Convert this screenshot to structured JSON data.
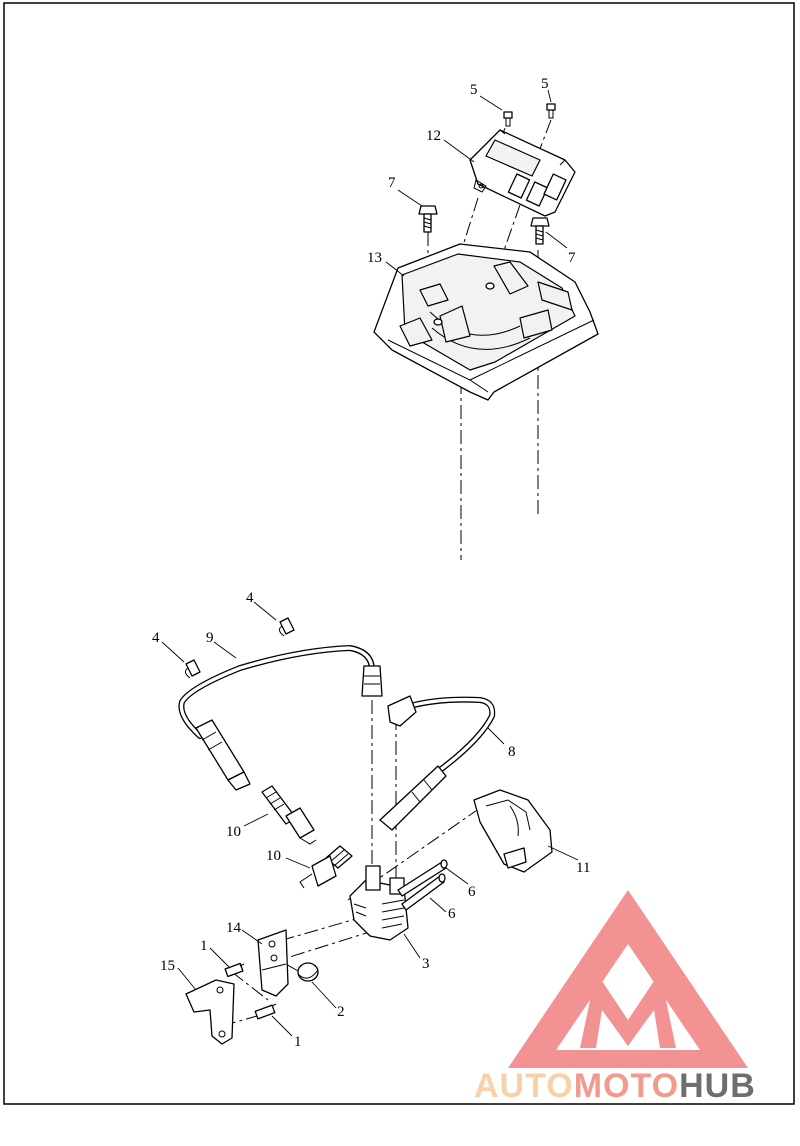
{
  "diagram": {
    "callouts": {
      "c1a": "1",
      "c1b": "1",
      "c2": "2",
      "c3": "3",
      "c4a": "4",
      "c4b": "4",
      "c5a": "5",
      "c5b": "5",
      "c6a": "6",
      "c6b": "6",
      "c7a": "7",
      "c7b": "7",
      "c8": "8",
      "c9": "9",
      "c10a": "10",
      "c10b": "10",
      "c11": "11",
      "c12": "12",
      "c13": "13",
      "c14": "14",
      "c15": "15"
    }
  },
  "watermark": {
    "word_part_1": "AUTO",
    "word_part_2": "MOTO",
    "word_part_3": "HUB",
    "color_light": "#f7c99a",
    "color_mid": "#f08a7a",
    "color_dark": "#555555",
    "logo_color": "#f08080"
  }
}
